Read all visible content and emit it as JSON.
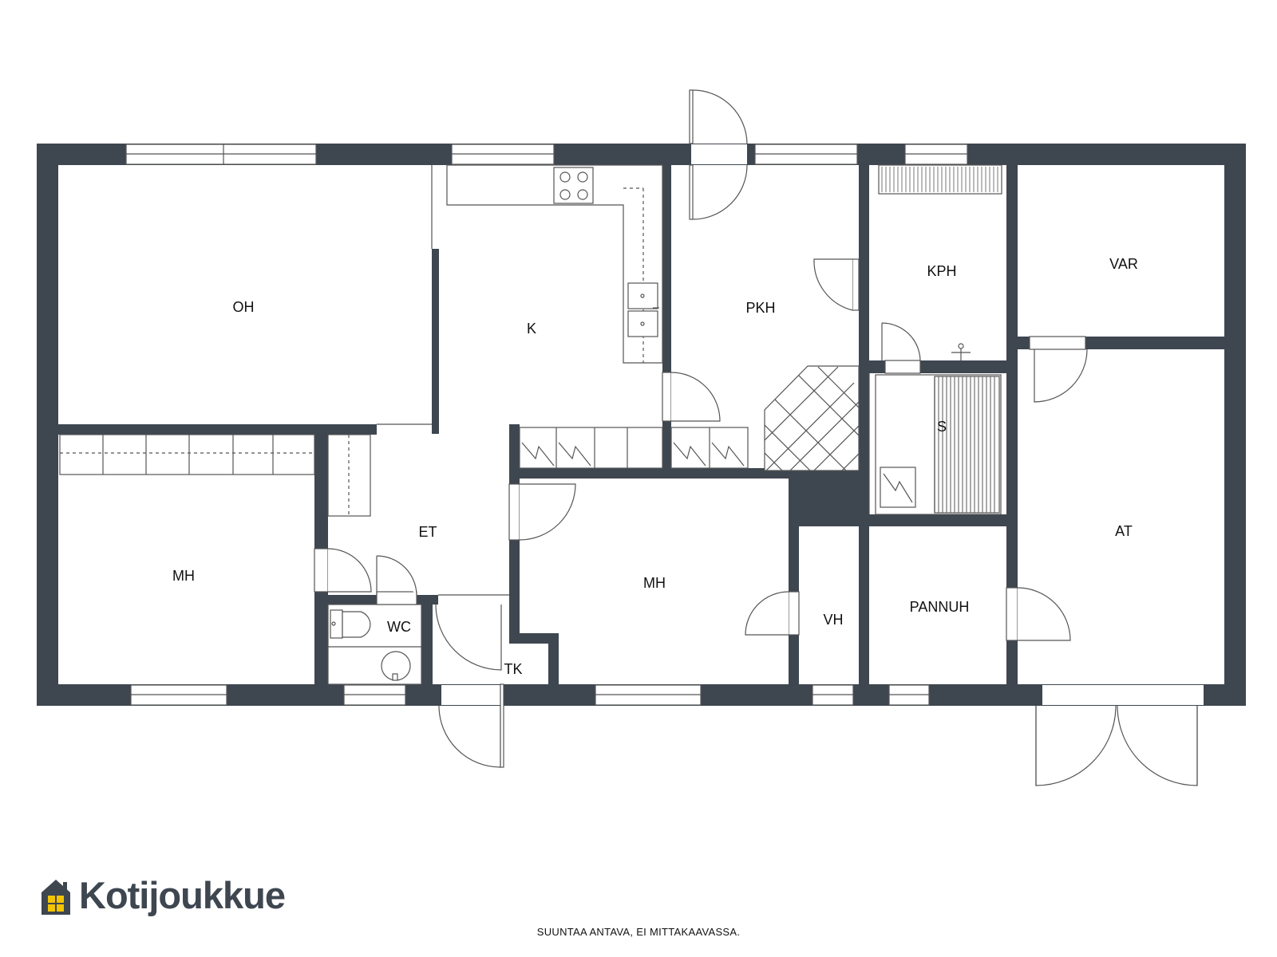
{
  "colors": {
    "wall": "#3e4650",
    "line": "#555555",
    "logo_window": "#f3c500"
  },
  "rooms": {
    "oh": "OH",
    "k": "K",
    "pkh": "PKH",
    "kph": "KPH",
    "var": "VAR",
    "mh_left": "MH",
    "et": "ET",
    "mh_center": "MH",
    "s": "S",
    "at": "AT",
    "wc": "WC",
    "tk": "TK",
    "vh": "VH",
    "pannuh": "PANNUH"
  },
  "brand": {
    "name": "Kotijoukkue",
    "icon": "house-icon"
  },
  "footer": {
    "disclaimer": "SUUNTAA ANTAVA, EI MITTAKAAVASSA."
  }
}
